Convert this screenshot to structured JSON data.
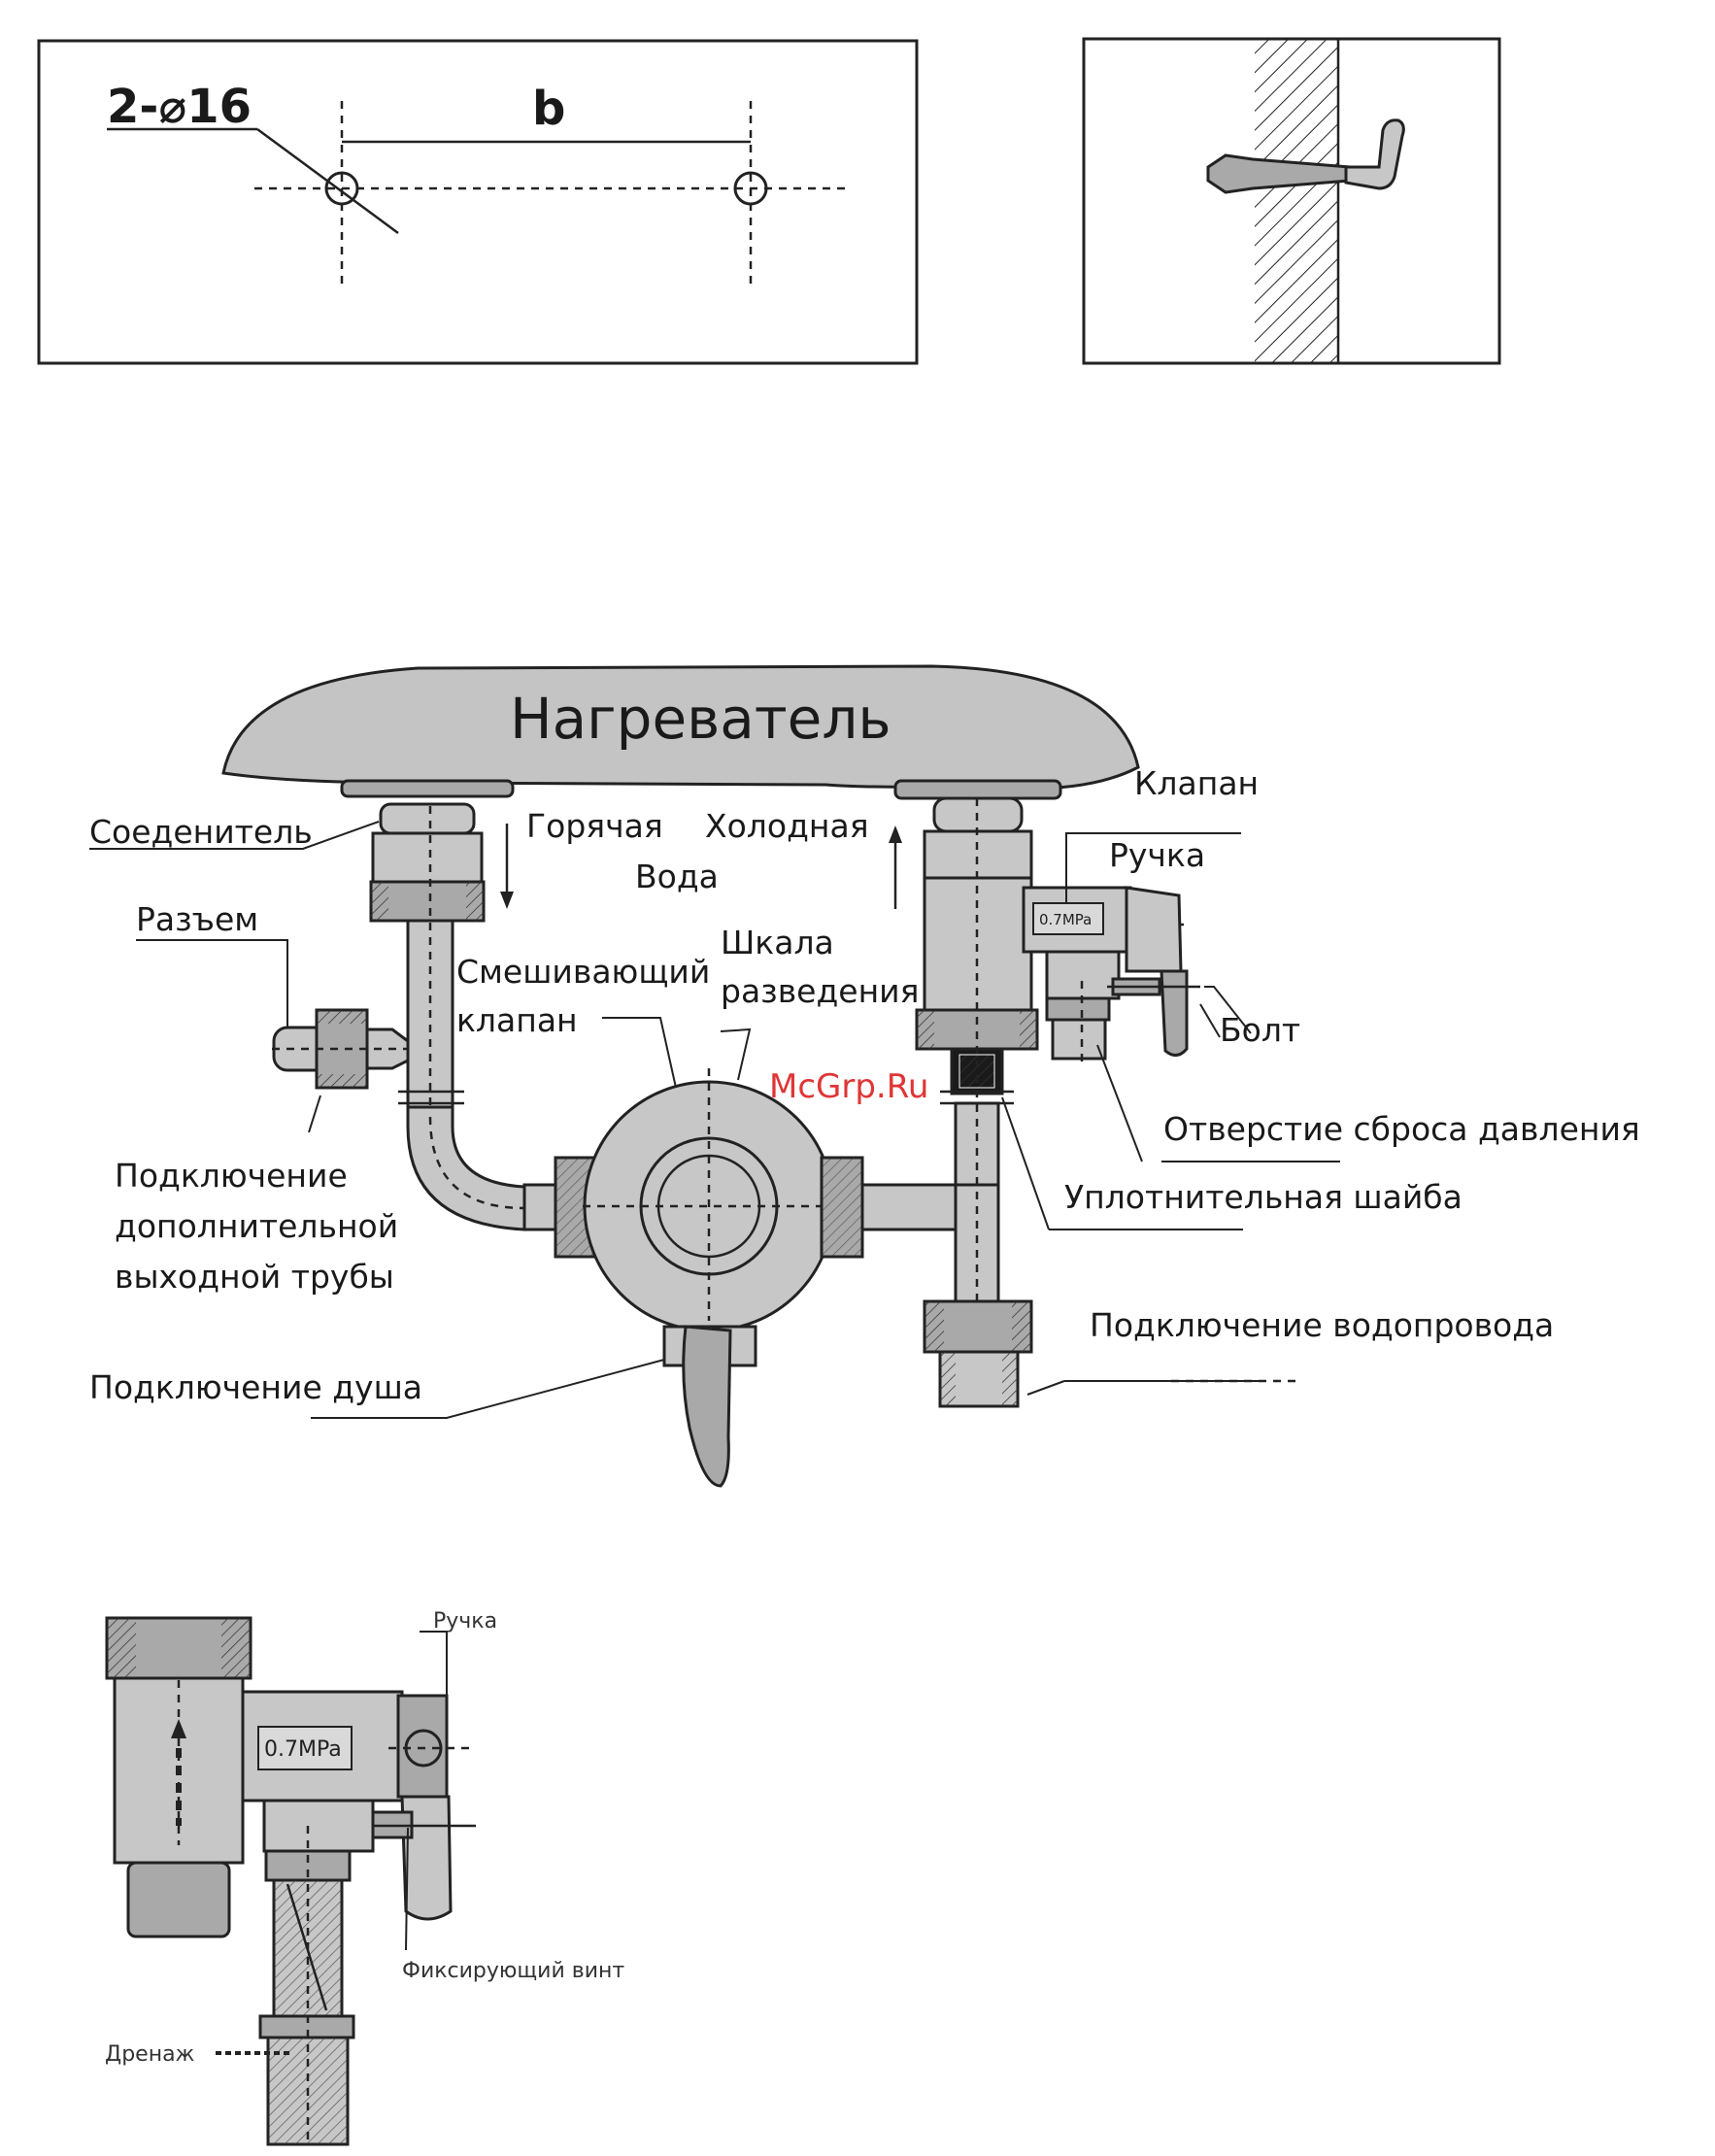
{
  "fig_top": {
    "hole_label": "2-⌀16",
    "distance_label": "b"
  },
  "fig_main": {
    "heater": "Нагреватель",
    "connector": "Соеденитель",
    "hot": "Горячая",
    "cold": "Холодная",
    "water": "Вода",
    "valve": "Клапан",
    "handle": "Ручка",
    "plug": "Разъем",
    "mixing_line1": "Смешивающий",
    "mixing_line2": "клапан",
    "scale_line1": "Шкала",
    "scale_line2": "разведения",
    "bolt": "Болт",
    "relief_hole": "Отверстие сброса давления",
    "seal_washer": "Уплотнительная шайба",
    "extra_pipe_line1": "Подключение",
    "extra_pipe_line2": "дополнительной",
    "extra_pipe_line3": "выходной трубы",
    "water_supply": "Подключение водопровода",
    "shower": "Подключение душа",
    "pressure_plate": "0.7MPa"
  },
  "fig_bottom": {
    "handle": "Ручка",
    "fixing_screw": "Фиксирующий винт",
    "drain": "Дренаж",
    "pressure_plate": "0.7MPa"
  },
  "watermark": "McGrp.Ru"
}
